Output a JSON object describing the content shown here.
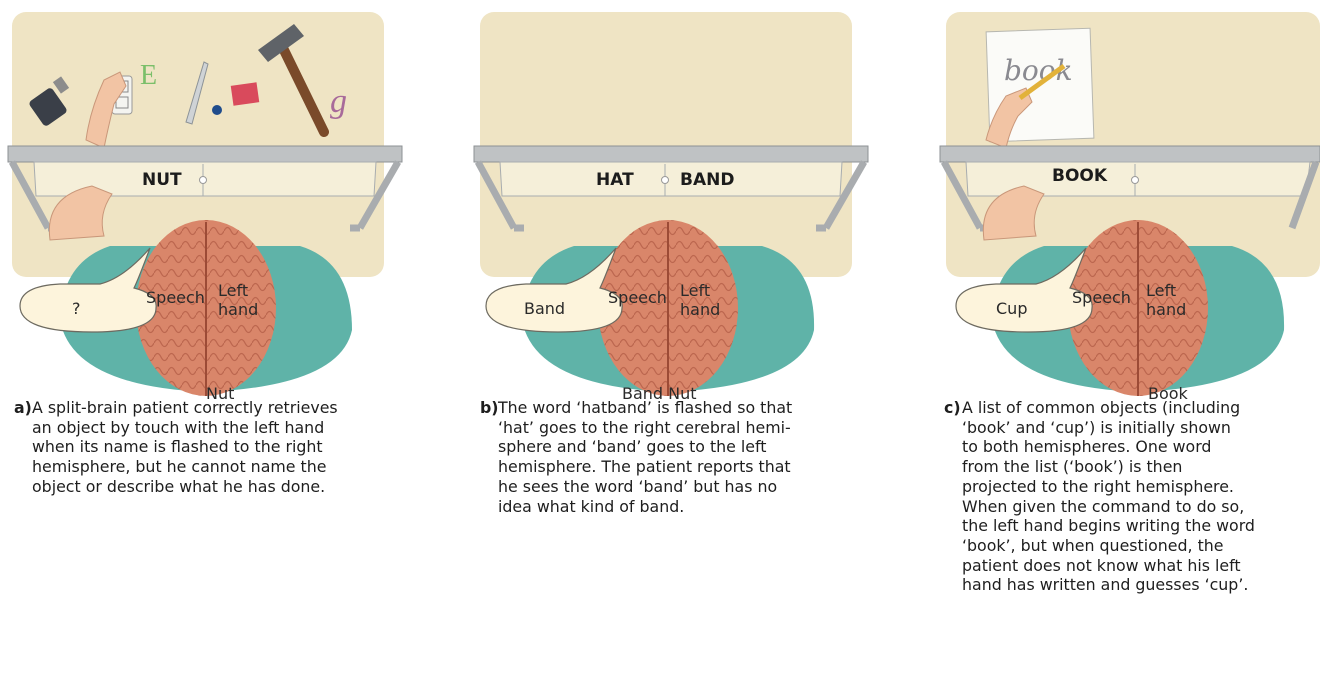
{
  "panels": [
    {
      "screen": {
        "left": "NUT",
        "right": ""
      },
      "bubble": "?",
      "brain": {
        "speech": "Speech",
        "left_hand": "Left\nhand",
        "bottom": "Nut"
      },
      "caption": {
        "letter": "a)",
        "text": "A split-brain patient correctly retrieves\nan object by touch with the left hand\nwhen its name is flashed to the right\nhemisphere, but he cannot name the\nobject or describe what he has done."
      }
    },
    {
      "screen": {
        "left": "HAT",
        "right": "BAND"
      },
      "bubble": "Band",
      "brain": {
        "speech": "Speech",
        "left_hand": "Left\nhand",
        "bottom": "Band Nut"
      },
      "caption": {
        "letter": "b)",
        "text": "The word ‘hatband’ is flashed so that\n‘hat’ goes to the right cerebral hemi-\nsphere and ‘band’ goes to the left\nhemisphere. The patient reports that\nhe sees the word ‘band’ but has no\nidea what kind of band."
      }
    },
    {
      "screen": {
        "left": "BOOK",
        "right": ""
      },
      "bubble": "Cup",
      "brain": {
        "speech": "Speech",
        "left_hand": "Left\nhand",
        "bottom": "Book"
      },
      "writing": "book",
      "caption": {
        "letter": "c)",
        "text": "A list of common objects (including\n‘book’ and ‘cup’) is initially shown\nto both hemispheres. One word\nfrom the list (‘book’) is then\nprojected to the right hemisphere.\nWhen given the command to do so,\nthe left hand begins writing the word\n‘book’, but when questioned, the\npatient does not know what his left\nhand has written and guesses ‘cup’."
      }
    }
  ],
  "colors": {
    "table": "#efe4c4",
    "screen_frame": "#bfc2c4",
    "screen_face": "#f5efd9",
    "brain": "#d9866a",
    "shirt": "#5fb3a8",
    "skin": "#f2c4a4",
    "bubble": "#fdf4dc"
  },
  "objects_panel_a": [
    "bottle-icon",
    "socket-icon",
    "letter-e-icon",
    "knife-icon",
    "marble-icon",
    "card-icon",
    "hammer-icon",
    "letter-g-icon"
  ]
}
